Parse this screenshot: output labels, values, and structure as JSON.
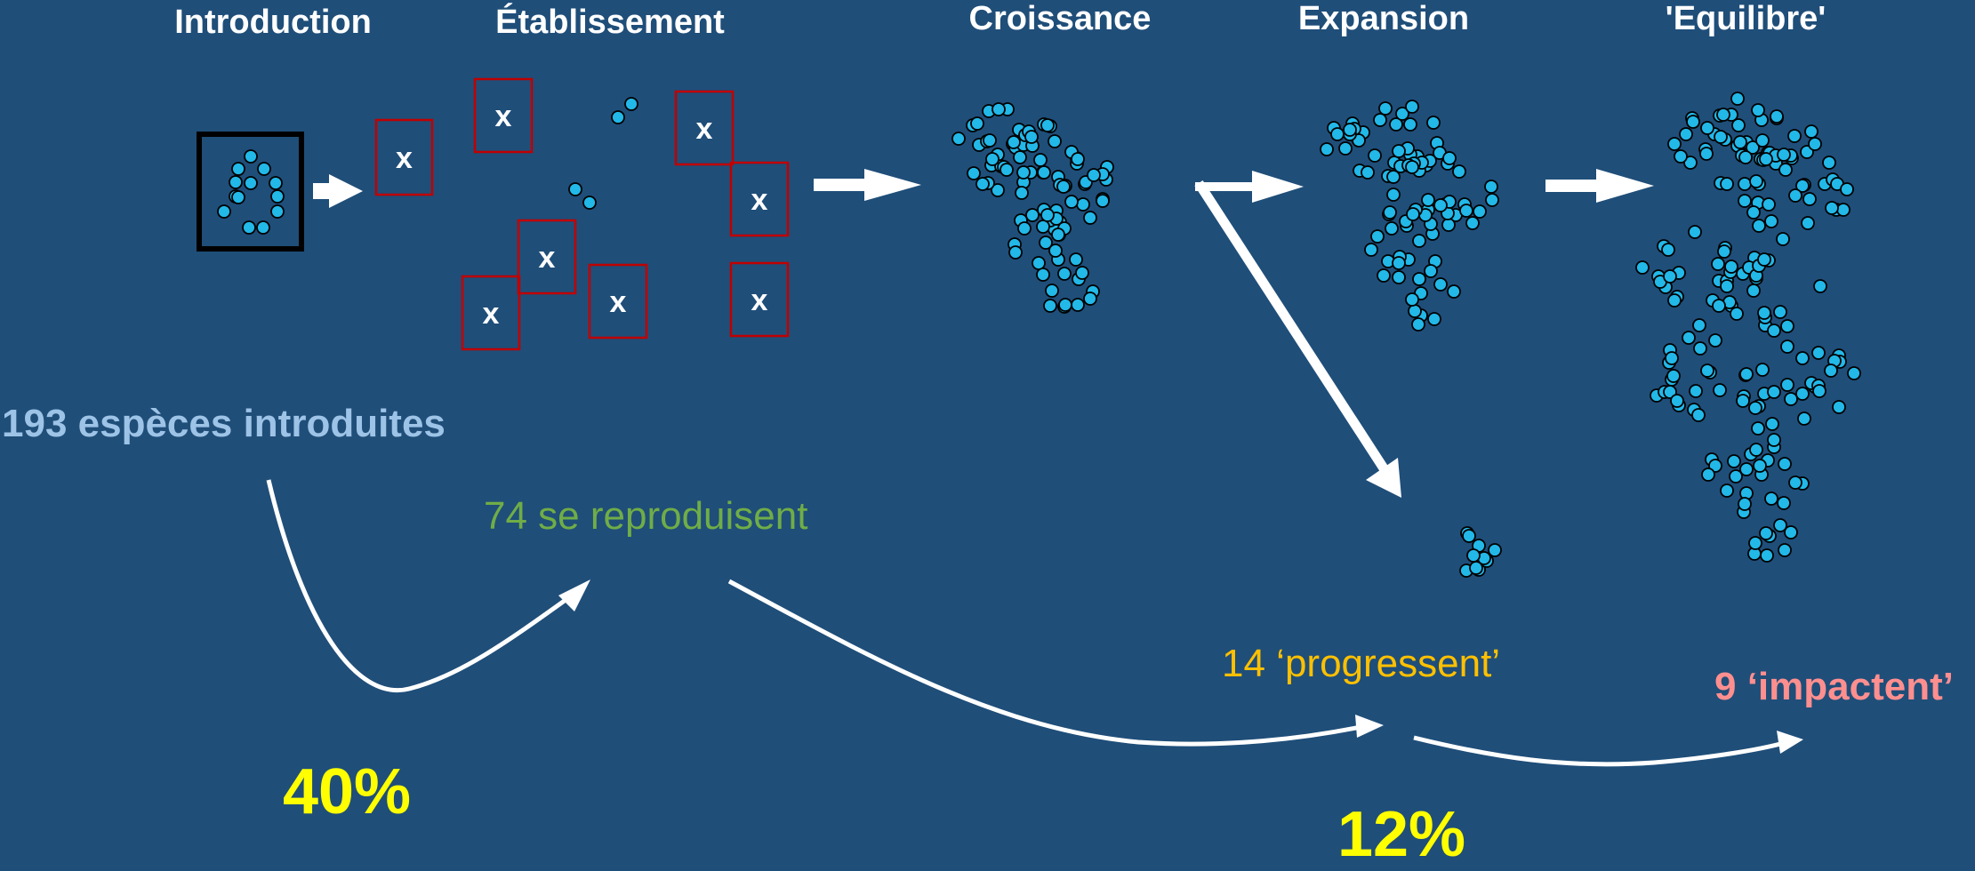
{
  "stages": [
    {
      "name": "Introduction"
    },
    {
      "name": "Établissement"
    },
    {
      "name": "Croissance"
    },
    {
      "name": "Expansion"
    },
    {
      "name": "'Equilibre'"
    }
  ],
  "failure_marker": "x",
  "labels": {
    "introduced": "193 espèces introduites",
    "reproducing": "74 se reproduisent",
    "progressing": "14 ‘progressent’",
    "impacting": "9 ‘impactent’"
  },
  "percentages": {
    "establishment_rate": "40%",
    "progression_rate": "12%"
  },
  "colors": {
    "background": "#1f4e79",
    "dot": "#22b8e8",
    "introduced_text": "#9dc3e6",
    "reproducing_text": "#70ad47",
    "progressing_text": "#ffc000",
    "impacting_text": "#ff8f8f",
    "percent_text": "#ffff00",
    "failure_box": "#c00000"
  }
}
